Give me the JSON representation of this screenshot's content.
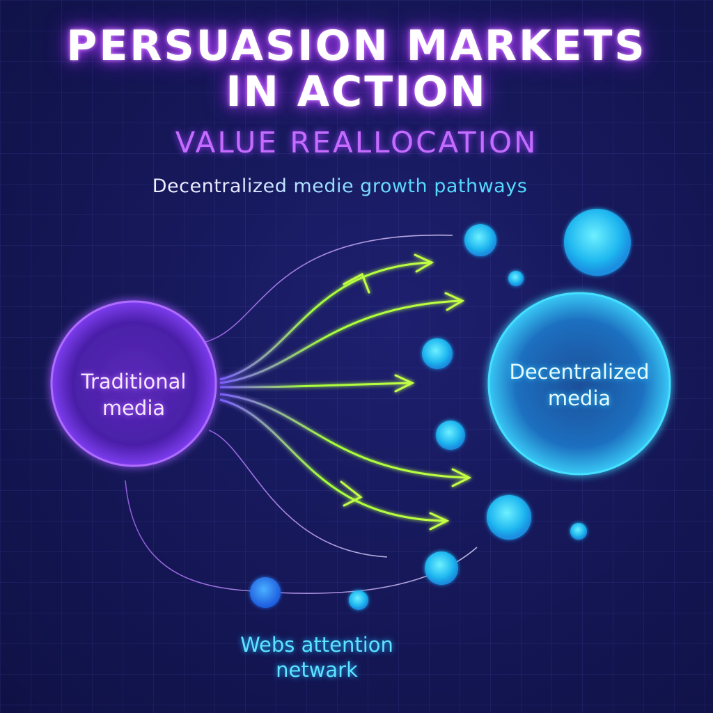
{
  "title": {
    "line1": "PERSUASION MARKETS",
    "line2": "IN ACTION"
  },
  "subtitle": "VALUE REALLOCATION",
  "tagline": "Decentralized medie growth pathways",
  "nodes": {
    "traditional": {
      "label_line1": "Traditional",
      "label_line2": "media"
    },
    "decentralized": {
      "label_line1": "Decentralized",
      "label_line2": "media"
    }
  },
  "network_label": {
    "line1": "Webs attention",
    "line2": "netwark"
  },
  "colors": {
    "traditional": "#9b3dff",
    "decentralized": "#2fd8ff",
    "arrows": "#b8ff3a",
    "title_glow": "#b040ff",
    "subtitle": "#c46cff"
  }
}
